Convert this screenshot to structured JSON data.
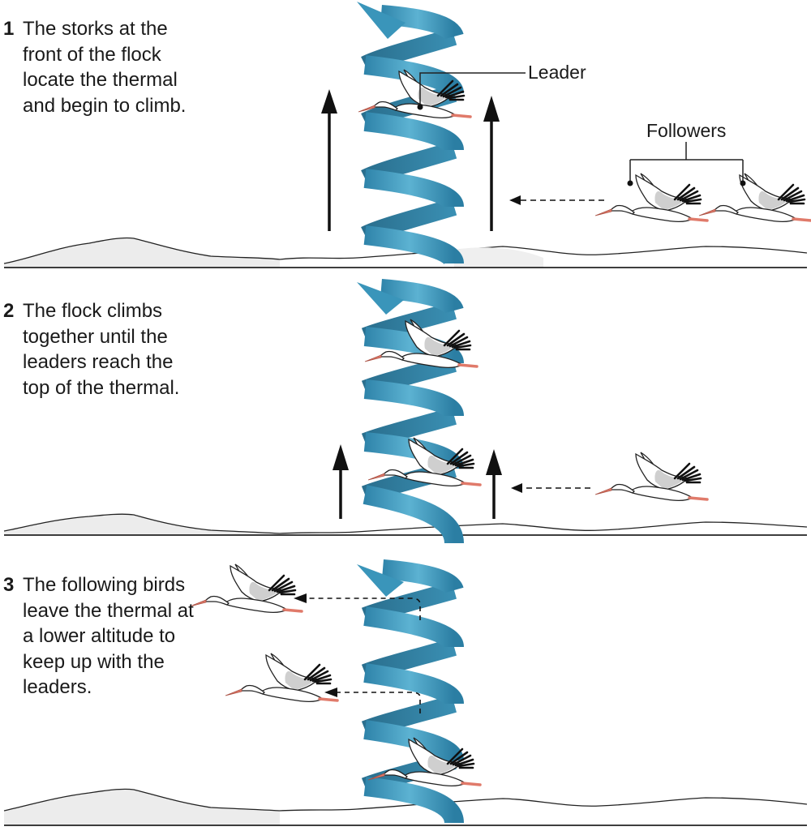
{
  "steps": [
    {
      "number": "1",
      "text": "The storks at the front of the flock locate the thermal and begin to climb."
    },
    {
      "number": "2",
      "text": "The flock climbs together until the leaders reach the top of the thermal."
    },
    {
      "number": "3",
      "text": "The following birds leave the thermal at a lower altitude to keep up with the leaders."
    }
  ],
  "labels": {
    "leader": "Leader",
    "followers": "Followers"
  },
  "icons": [
    "thermal-spiral-icon",
    "stork-icon",
    "updraft-arrow-icon",
    "flight-path-arrow-icon",
    "terrain-icon"
  ],
  "colors": {
    "thermal": "#3a95ba",
    "thermal_dark": "#2a6f8e",
    "beak": "#e07a6a",
    "ground": "#ececec",
    "arrow": "#1a1a1a"
  }
}
